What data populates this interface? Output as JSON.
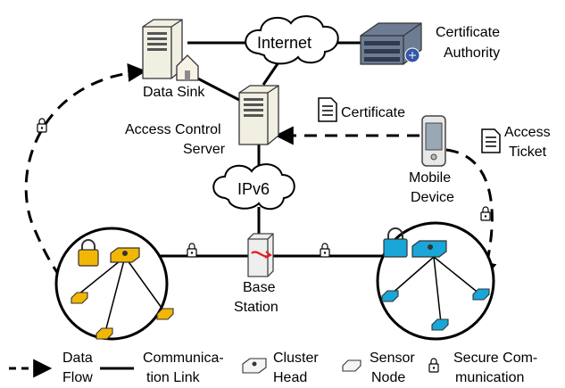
{
  "labels": {
    "data_sink": "Data Sink",
    "internet": "Internet",
    "ca_line1": "Certificate",
    "ca_line2": "Authority",
    "acs_line1": "Access Control",
    "acs_line2": "Server",
    "certificate": "Certificate",
    "access_ticket_line1": "Access",
    "access_ticket_line2": "Ticket",
    "mobile_line1": "Mobile",
    "mobile_line2": "Device",
    "ipv6": "IPv6",
    "base_station_line1": "Base",
    "base_station_line2": "Station"
  },
  "legend": {
    "data_flow_line1": "Data",
    "data_flow_line2": "Flow",
    "comm_link_line1": "Communica-",
    "comm_link_line2": "tion Link",
    "cluster_head_line1": "Cluster",
    "cluster_head_line2": "Head",
    "sensor_node_line1": "Sensor",
    "sensor_node_line2": "Node",
    "secure_comm_line1": "Secure Com-",
    "secure_comm_line2": "munication"
  },
  "colors": {
    "left_cluster": "#f2b705",
    "right_cluster": "#1aa6d9",
    "server": "#e9e6d6",
    "base_station_arrow": "#e31b1b"
  },
  "icons": [
    "server-icon",
    "cloud-icon",
    "rack-server-icon",
    "document-icon",
    "mobile-phone-icon",
    "padlock-icon",
    "base-station-icon",
    "cluster-head-icon",
    "sensor-node-icon",
    "home-icon"
  ]
}
